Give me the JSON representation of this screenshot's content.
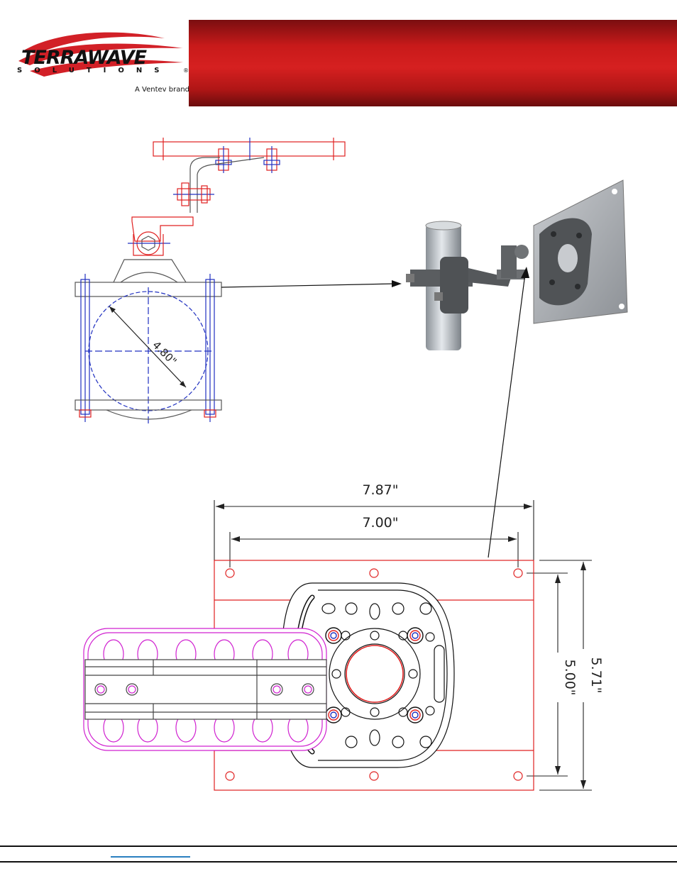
{
  "logo": {
    "brand_word": "TERRAWAVE",
    "sub_word": "SOLUTIONS",
    "tagline": "A Ventev brand",
    "registered": "®"
  },
  "dimensions": {
    "pipe_diameter": "4.80\"",
    "overall_width": "7.87\"",
    "hole_spacing_width": "7.00\"",
    "hole_spacing_height": "5.00\"",
    "overall_height": "5.71\""
  },
  "colors": {
    "banner": "#c81a1a",
    "drawing_red": "#e02020",
    "drawing_blue": "#2030c0",
    "drawing_magenta": "#d020d0",
    "drawing_gray": "#444444"
  }
}
